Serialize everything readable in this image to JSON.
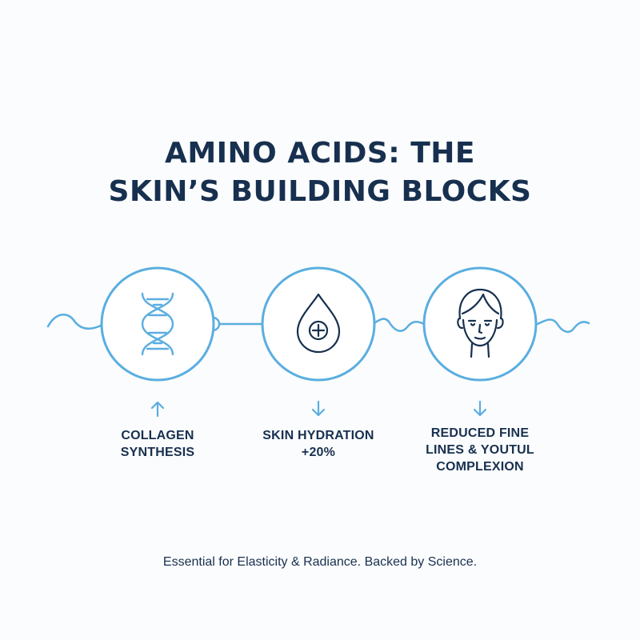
{
  "title": {
    "line1": "AMINO ACIDS: THE",
    "line2": "SKIN’S BUILDING BLOCKS"
  },
  "steps": [
    {
      "icon": "dna-icon",
      "arrow": "up-arrow-icon",
      "label_lines": [
        "COLLAGEN",
        "SYNTHESIS"
      ]
    },
    {
      "icon": "water-drop-plus-icon",
      "arrow": "down-arrow-icon",
      "label_lines": [
        "SKIN HYDRATION",
        "+20%"
      ]
    },
    {
      "icon": "face-icon",
      "arrow": "down-arrow-icon",
      "label_lines": [
        "REDUCED FINE",
        "LINES & YOUTUL",
        "COMPLEXION"
      ]
    }
  ],
  "footer": "Essential for Elasticity & Radiance. Backed by Science.",
  "colors": {
    "navy": "#17304f",
    "accent_blue": "#5aaee0",
    "background": "#fbfcfd"
  }
}
